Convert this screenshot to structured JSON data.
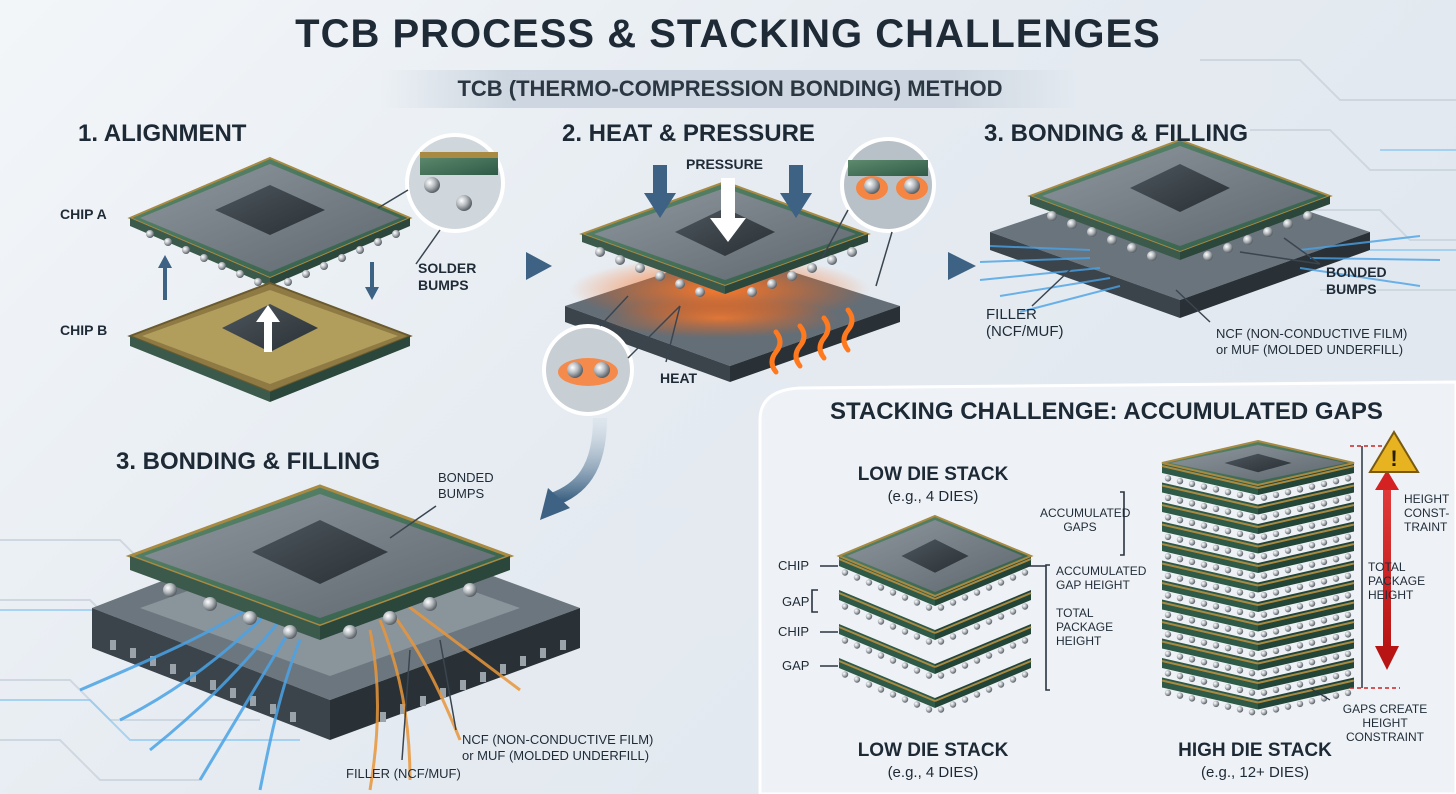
{
  "title": "TCB PROCESS & STACKING CHALLENGES",
  "subtitle": "TCB (THERMO-COMPRESSION BONDING) METHOD",
  "steps": {
    "alignment": {
      "heading": "1. ALIGNMENT",
      "chip_a": "CHIP A",
      "chip_b": "CHIP B",
      "solder_bumps": "SOLDER\nBUMPS"
    },
    "heat_pressure": {
      "heading": "2. HEAT & PRESSURE",
      "pressure": "PRESSURE",
      "heat": "HEAT"
    },
    "bonding_top": {
      "heading": "3. BONDING & FILLING",
      "bonded_bumps": "BONDED\nBUMPS",
      "filler": "FILLER\n(NCF/MUF)",
      "ncf_muf": "NCF (NON-CONDUCTIVE FILM)\nor MUF (MOLDED UNDERFILL)"
    },
    "bonding_bottom": {
      "heading": "3. BONDING & FILLING",
      "bonded_bumps": "BONDED\nBUMPS",
      "ncf_muf": "NCF (NON-CONDUCTIVE FILM)\nor MUF (MOLDED UNDERFILL)",
      "filler": "FILLER (NCF/MUF)"
    }
  },
  "stacking": {
    "title": "STACKING CHALLENGE: ACCUMULATED GAPS",
    "low_top_title": "LOW DIE STACK",
    "low_top_sub": "(e.g., 4 DIES)",
    "low_bottom_title": "LOW DIE STACK",
    "low_bottom_sub": "(e.g., 4 DIES)",
    "high_title": "HIGH DIE STACK",
    "high_sub": "(e.g., 12+ DIES)",
    "labels": {
      "chip1": "CHIP",
      "gap1": "GAP",
      "chip2": "CHIP",
      "gap2": "GAP",
      "accumulated_gaps": "ACCUMULATED\nGAPS",
      "accumulated_gap_height": "ACCUMULATED\nGAP HEIGHT",
      "total_package_height_low": "TOTAL\nPACKAGE\nHEIGHT",
      "total_package_height_high": "TOTAL\nPACKAGE\nHEIGHT",
      "height_constraint": "HEIGHT\nCONST-\nTRAINT",
      "gaps_create": "GAPS CREATE\nHEIGHT\nCONSTRAINT"
    },
    "low_die_count": 4,
    "high_die_count": 12
  },
  "colors": {
    "chip_top": "#6f7a80",
    "chip_edge": "#2c7a66",
    "gold": "#a88a42",
    "heat": "#ff6a1a",
    "arrow": "#3d6283",
    "warning": "#e8b321",
    "danger": "#d42222",
    "blue_flow": "#4aa3e6",
    "orange_flow": "#e8963a"
  },
  "icons": {
    "warning": "warning-triangle-icon",
    "arrow": "flow-arrow-icon"
  }
}
